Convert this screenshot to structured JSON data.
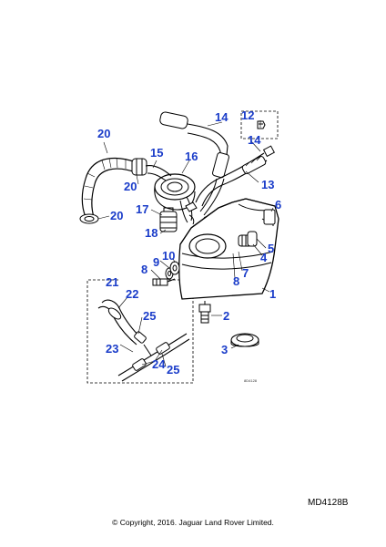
{
  "diagram": {
    "callouts": [
      "1",
      "2",
      "3",
      "4",
      "5",
      "6",
      "7",
      "8",
      "9",
      "10",
      "12",
      "13",
      "14",
      "14",
      "15",
      "16",
      "17",
      "18",
      "20",
      "20",
      "20",
      "21",
      "22",
      "23",
      "24",
      "25",
      "25",
      "8"
    ],
    "drawing_code": "MD4128B",
    "inner_code": "8D4128",
    "copyright": "© Copyright, 2016. Jaguar Land Rover Limited."
  },
  "colors": {
    "callout": "#1a3cc9",
    "line": "#000000"
  }
}
